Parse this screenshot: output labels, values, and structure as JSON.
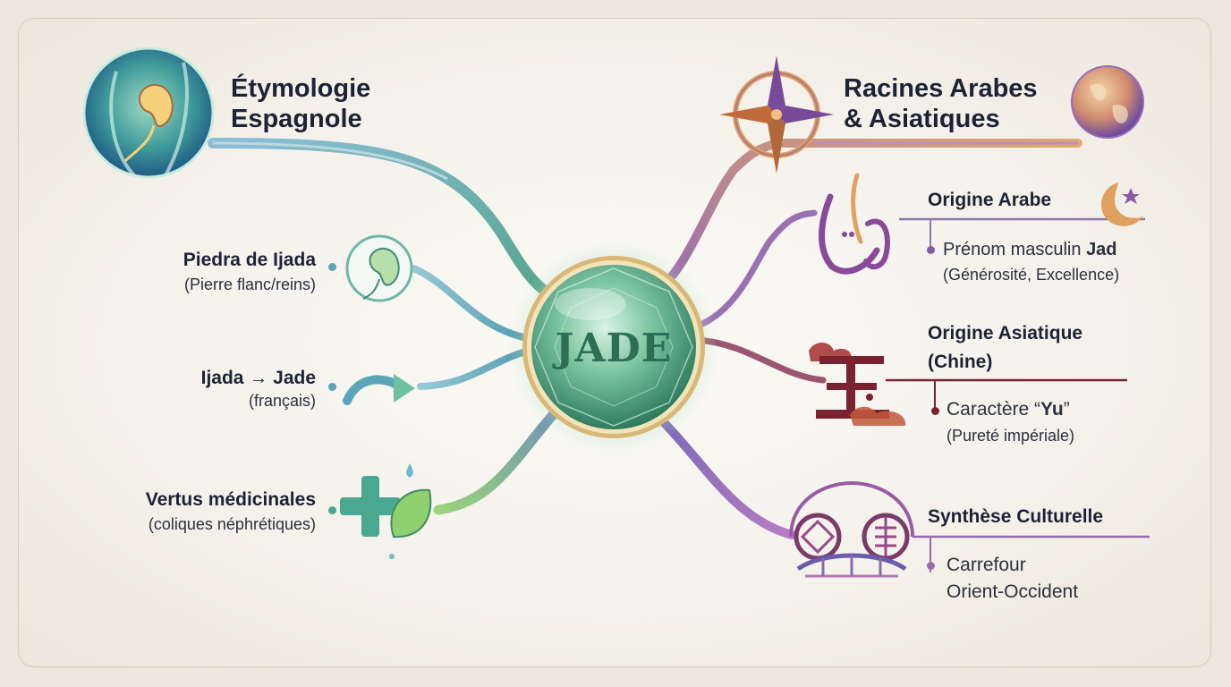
{
  "center": {
    "label": "JADE"
  },
  "left": {
    "title_line1": "Étymologie",
    "title_line2": "Espagnole",
    "items": [
      {
        "label": "Piedra de Ijada",
        "note": "(Pierre flanc/reins)"
      },
      {
        "label": "Ijada → Jade",
        "note": "(français)"
      },
      {
        "label": "Vertus médicinales",
        "note": "(coliques néphrétiques)"
      }
    ]
  },
  "right": {
    "title_line1": "Racines Arabes",
    "title_line2": "& Asiatiques",
    "sections": [
      {
        "title": "Origine Arabe",
        "line1_pre": "Prénom masculin ",
        "line1_bold": "Jad",
        "line2": "(Générosité, Excellence)"
      },
      {
        "title_line1": "Origine Asiatique",
        "title_line2": "(Chine)",
        "line1_pre": "Caractère “",
        "line1_bold": "Yu",
        "line1_post": "”",
        "line2": "(Pureté impériale)"
      },
      {
        "title": "Synthèse Culturelle",
        "line1": "Carrefour",
        "line2": "Orient-Occident"
      }
    ]
  },
  "colors": {
    "green": "#3f9a7a",
    "teal": "#5aa6b8",
    "purple": "#8a5aa8",
    "orange": "#e0a060",
    "maroon": "#7a2230"
  },
  "icons": [
    "kidney-body-icon",
    "kidney-icon",
    "arrow-icon",
    "medical-leaf-icon",
    "compass-rose-icon",
    "globe-icon",
    "arabic-calligraphy-icon",
    "crescent-star-icon",
    "chinese-yu-cloud-icon",
    "bridge-knot-icon"
  ]
}
